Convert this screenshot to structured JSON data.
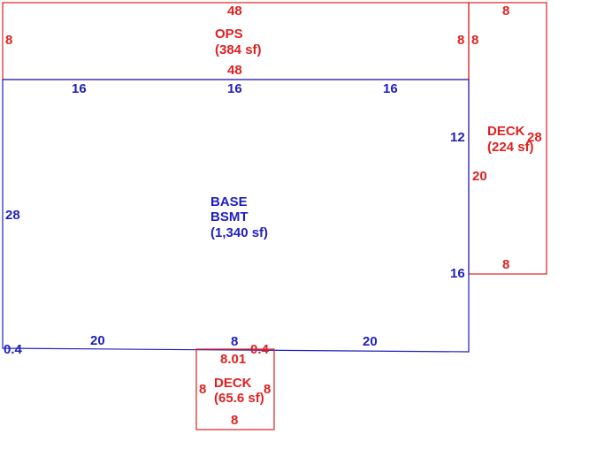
{
  "sketch": {
    "colors": {
      "main": "#1f1fbf",
      "addition": "#e02020",
      "background": "#ffffff"
    },
    "areas": [
      {
        "name_line1": "OPS",
        "area": "(384 sf)",
        "color": "#e02020",
        "dims": {
          "top": "48",
          "bottom": "48",
          "left": "8",
          "right": "8"
        }
      },
      {
        "name_line1": "BASE",
        "name_line2": "BSMT",
        "area": "(1,340 sf)",
        "color": "#1f1fbf",
        "dims": {
          "top_a": "16",
          "top_b": "16",
          "top_c": "16",
          "left": "28",
          "right_upper": "12",
          "right_lower": "16",
          "bottom_left": "20",
          "bottom_mid": "8",
          "bottom_right": "20",
          "jog_left": "0.4",
          "jog_right": "0.4"
        }
      },
      {
        "name_line1": "DECK",
        "area": "(224 sf)",
        "color": "#e02020",
        "dims": {
          "top": "8",
          "bottom": "8",
          "left_upper": "8",
          "left_mid": "20",
          "right": "28"
        }
      },
      {
        "name_line1": "DECK",
        "area": "(65.6 sf)",
        "color": "#e02020",
        "dims": {
          "top": "8.01",
          "bottom": "8",
          "left": "8",
          "right": "8"
        }
      }
    ]
  }
}
